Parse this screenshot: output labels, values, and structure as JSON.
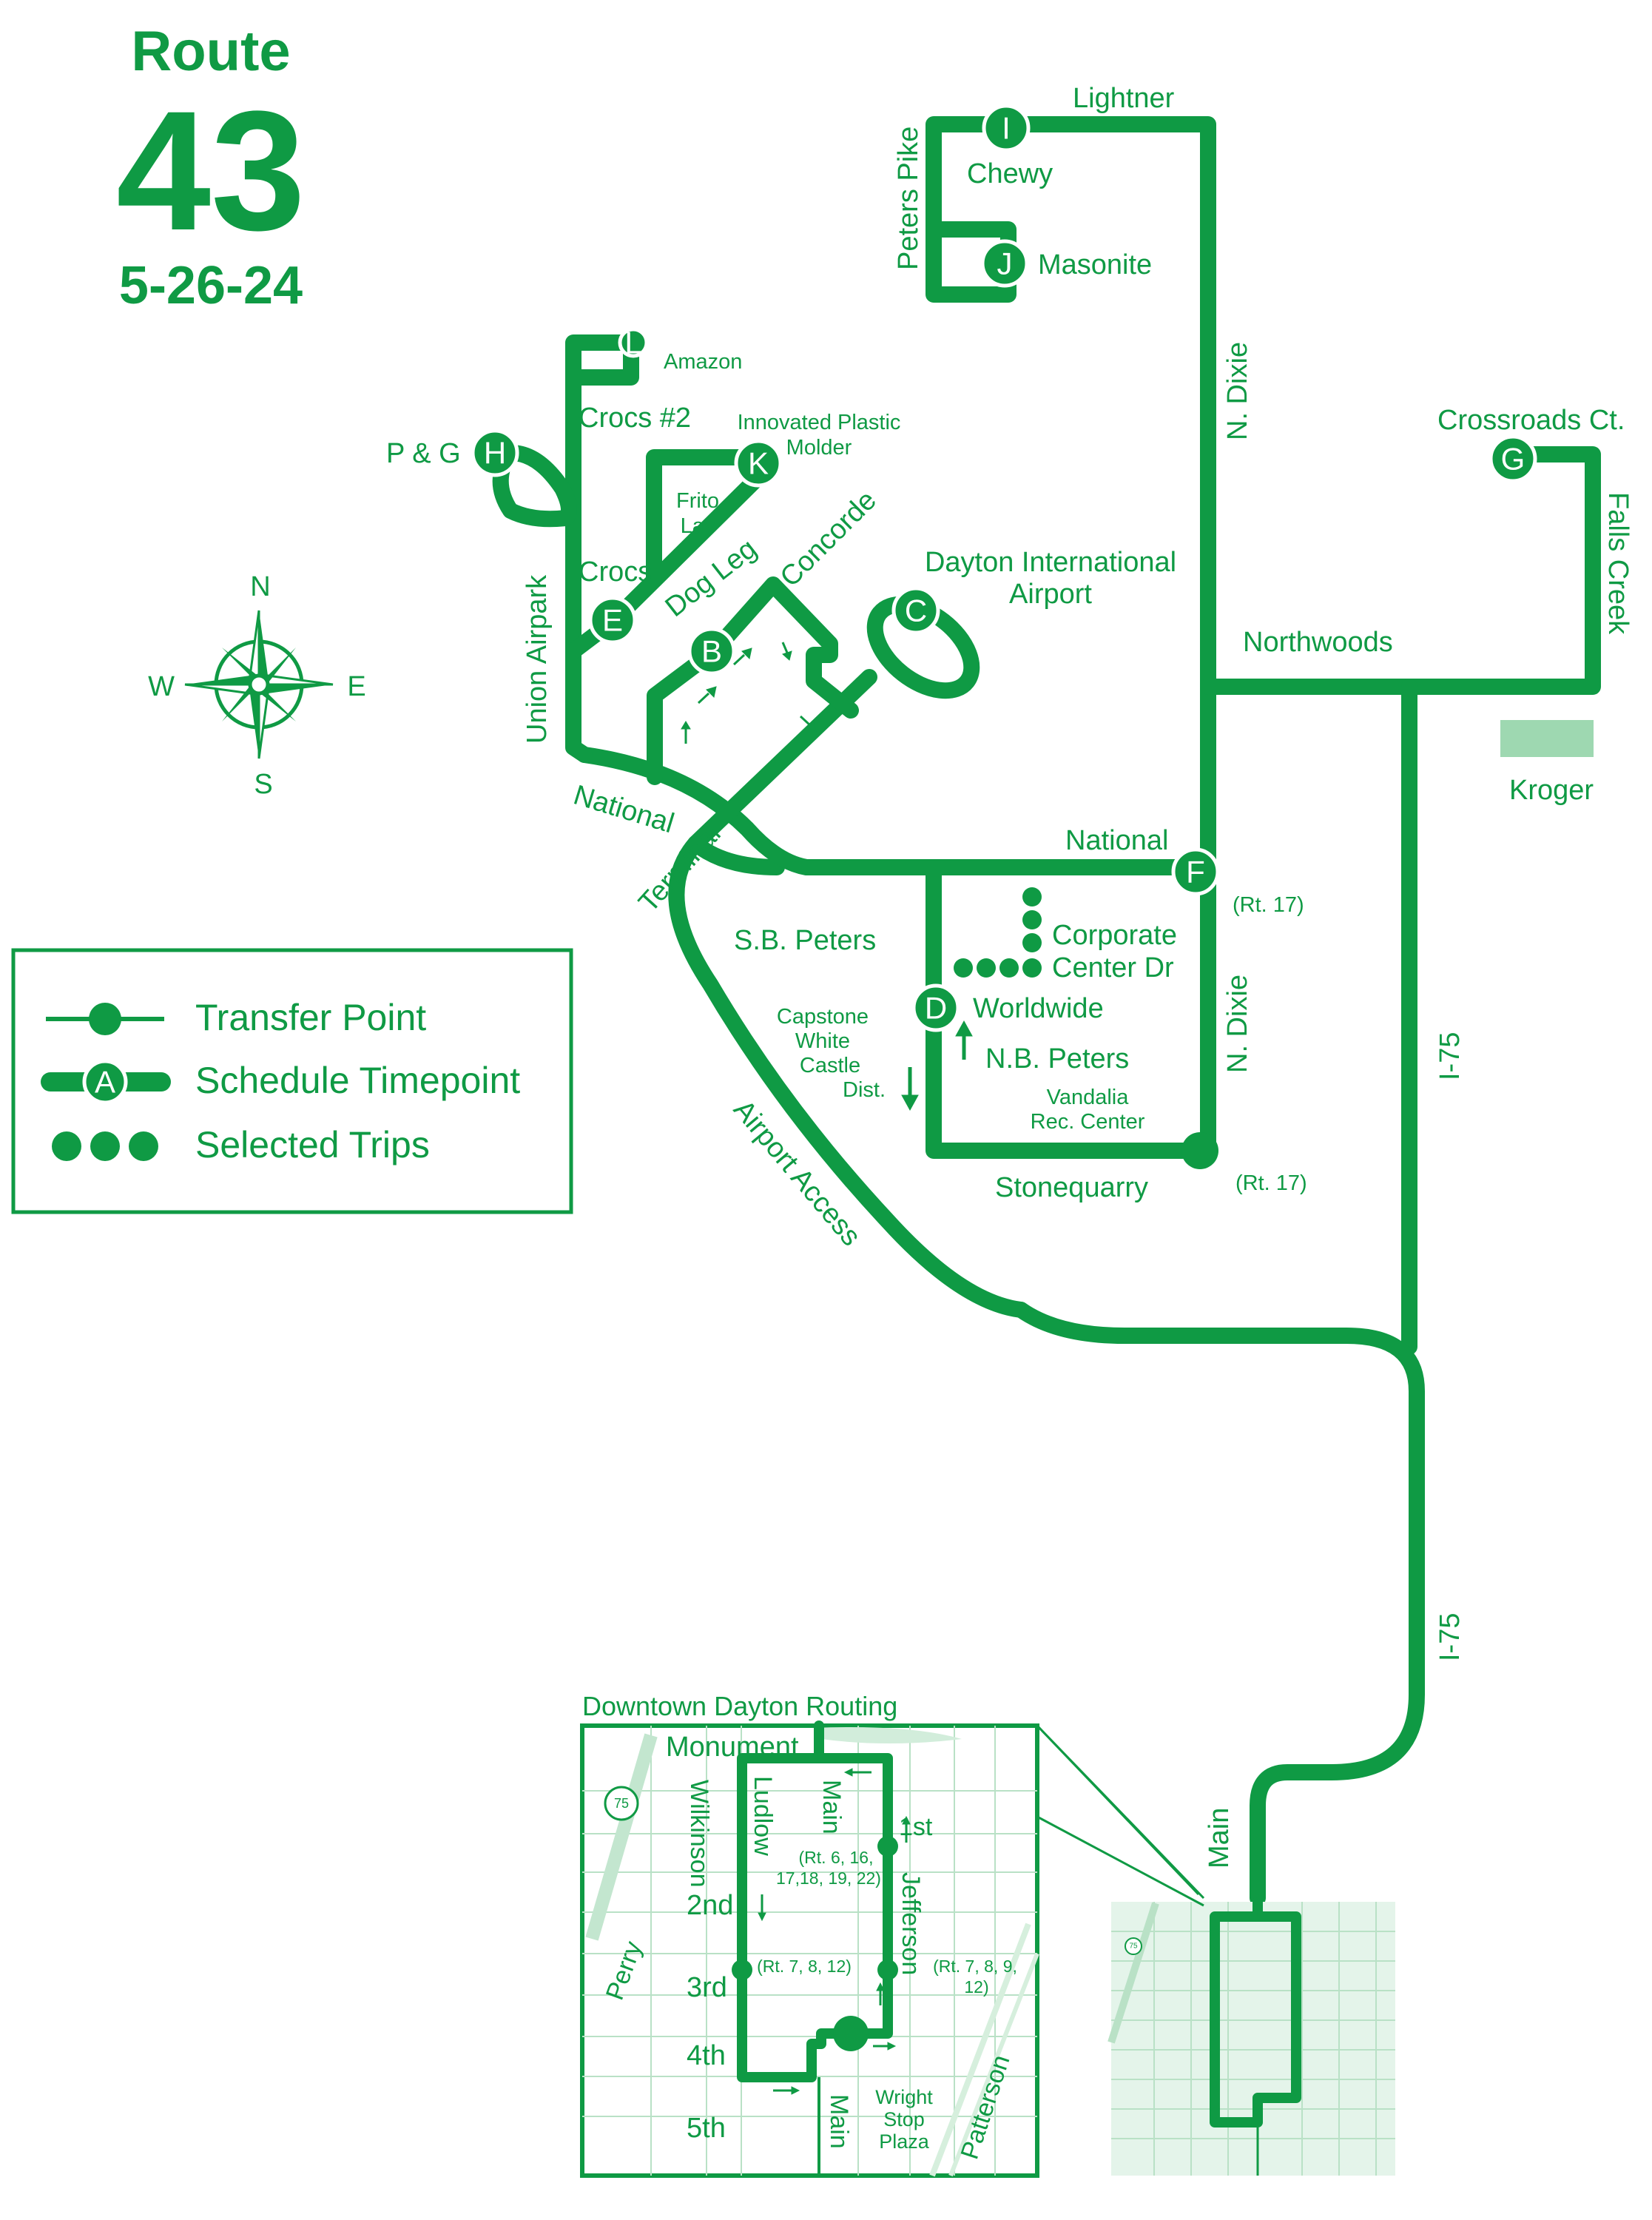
{
  "header": {
    "route_word": "Route",
    "route_number": "43",
    "date": "5-26-24"
  },
  "compass": {
    "n": "N",
    "s": "S",
    "e": "E",
    "w": "W"
  },
  "legend": {
    "transfer_point": "Transfer Point",
    "schedule_timepoint": "Schedule Timepoint",
    "timepoint_sample": "A",
    "selected_trips": "Selected Trips"
  },
  "timepoints": {
    "b": "B",
    "c": "C",
    "d": "D",
    "e": "E",
    "f": "F",
    "g": "G",
    "h": "H",
    "i": "I",
    "j": "J",
    "k": "K",
    "l": "L"
  },
  "places": {
    "amazon": "Amazon",
    "crocs2": "Crocs #2",
    "innovated": [
      "Innovated Plastic",
      "Molder"
    ],
    "pg": "P & G",
    "frito": [
      "Frito",
      "Lay"
    ],
    "crocs": "Crocs",
    "airport": [
      "Dayton International",
      "Airport"
    ],
    "chewy": "Chewy",
    "masonite": "Masonite",
    "crossroads": "Crossroads Ct.",
    "kroger": "Kroger",
    "corporate": [
      "Corporate",
      "Center Dr"
    ],
    "worldwide": "Worldwide",
    "capstone": [
      "Capstone",
      "White",
      "Castle",
      "Dist."
    ],
    "vandalia": [
      "Vandalia",
      "Rec. Center"
    ],
    "rt17_a": "(Rt. 17)",
    "rt17_b": "(Rt. 17)"
  },
  "streets": {
    "lightner": "Lightner",
    "peters_pike": "Peters Pike",
    "n_dixie_1": "N. Dixie",
    "n_dixie_2": "N. Dixie",
    "falls_creek": "Falls Creek",
    "northwoods": "Northwoods",
    "union_airpark": "Union Airpark",
    "dog_leg": "Dog Leg",
    "concorde": "Concorde",
    "national_1": "National",
    "national_2": "National",
    "terminal": "Terminal",
    "sb_peters": "S.B. Peters",
    "nb_peters": "N.B. Peters",
    "stonequarry": "Stonequarry",
    "airport_access": "Airport Access",
    "i75_1": "I-75",
    "i75_2": "I-75",
    "main": "Main"
  },
  "downtown": {
    "title": "Downtown Dayton Routing",
    "monument": "Monument",
    "wilkinson": "Wilkinson",
    "ludlow": "Ludlow",
    "main_1": "Main",
    "main_2": "Main",
    "jefferson": "Jefferson",
    "first": "1st",
    "second": "2nd",
    "third": "3rd",
    "fourth": "4th",
    "fifth": "5th",
    "perry": "Perry",
    "patterson": "Patterson",
    "interstate": "75",
    "interstate_small": "75",
    "rt_main": [
      "(Rt. 6, 16,",
      "17,18, 19, 22)"
    ],
    "rt_ludlow": "(Rt. 7, 8, 12)",
    "rt_jefferson": [
      "(Rt. 7, 8, 9,",
      "12)"
    ],
    "wright_stop": [
      "Wright",
      "Stop",
      "Plaza"
    ]
  }
}
